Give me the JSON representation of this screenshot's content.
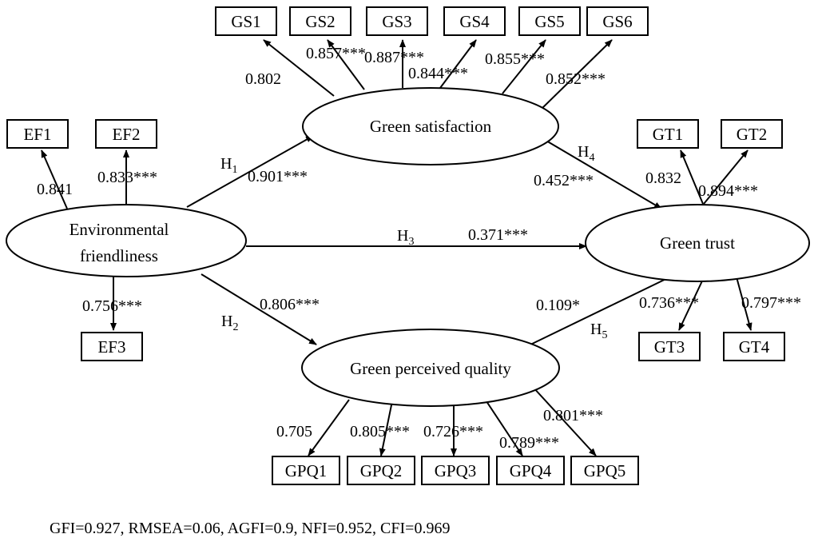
{
  "latents": {
    "ef": [
      "Environmental",
      "friendliness"
    ],
    "gs": "Green satisfaction",
    "gt": "Green trust",
    "gpq": "Green perceived quality"
  },
  "indicators": {
    "ef": [
      "EF1",
      "EF2",
      "EF3"
    ],
    "gs": [
      "GS1",
      "GS2",
      "GS3",
      "GS4",
      "GS5",
      "GS6"
    ],
    "gt": [
      "GT1",
      "GT2",
      "GT3",
      "GT4"
    ],
    "gpq": [
      "GPQ1",
      "GPQ2",
      "GPQ3",
      "GPQ4",
      "GPQ5"
    ]
  },
  "loadings": {
    "ef": [
      "0.841",
      "0.833***",
      "0.756***"
    ],
    "gs": [
      "0.802",
      "0.857***",
      "0.887***",
      "0.844***",
      "0.855***",
      "0.852***"
    ],
    "gt": [
      "0.832",
      "0.894***",
      "0.736***",
      "0.797***"
    ],
    "gpq": [
      "0.705",
      "0.805***",
      "0.726***",
      "0.789***",
      "0.801***"
    ]
  },
  "paths": [
    {
      "hypothesis": "H",
      "sub": "1",
      "coef": "0.901***"
    },
    {
      "hypothesis": "H",
      "sub": "2",
      "coef": "0.806***"
    },
    {
      "hypothesis": "H",
      "sub": "3",
      "coef": "0.371***"
    },
    {
      "hypothesis": "H",
      "sub": "4",
      "coef": "0.452***"
    },
    {
      "hypothesis": "H",
      "sub": "5",
      "coef": "0.109*"
    }
  ],
  "fit_indices": "GFI=0.927, RMSEA=0.06, AGFI=0.9, NFI=0.952, CFI=0.969"
}
